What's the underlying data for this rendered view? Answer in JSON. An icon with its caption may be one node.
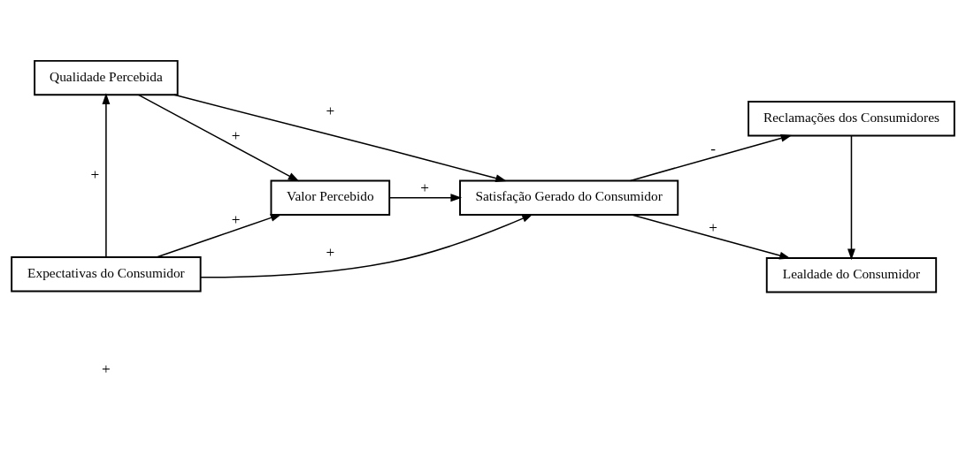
{
  "diagram": {
    "nodes": [
      {
        "text": [
          "Qualidade Percebida"
        ]
      },
      {
        "text": [
          "Valor Percebido"
        ]
      },
      {
        "text": [
          "Satisfação Gerado do Consumidor"
        ]
      },
      {
        "text": [
          "Reclamações dos Consumidores"
        ]
      },
      {
        "text": [
          "Expectativas do Consumidor"
        ]
      },
      {
        "text": [
          "Lealdade do Consumidor"
        ]
      }
    ],
    "edges": [
      {
        "from": 4,
        "to": 0,
        "arrow": "to",
        "label": "+"
      },
      {
        "from": 0,
        "to": 1,
        "arrow": "to",
        "label": "+"
      },
      {
        "from": 0,
        "to": 2,
        "arrow": "to",
        "label": "+"
      },
      {
        "from": 1,
        "to": 2,
        "arrow": "to",
        "label": "+"
      },
      {
        "from": 4,
        "to": 1,
        "arrow": "to",
        "label": "+"
      },
      {
        "from": 4,
        "to": 2,
        "arrow": "to",
        "label": "+"
      },
      {
        "from": 2,
        "to": 3,
        "arrow": "to",
        "label": "-"
      },
      {
        "from": 2,
        "to": 5,
        "arrow": "to",
        "label": "+"
      },
      {
        "from": 3,
        "to": 5,
        "arrow": "to"
      }
    ],
    "labels": [
      "+"
    ]
  }
}
